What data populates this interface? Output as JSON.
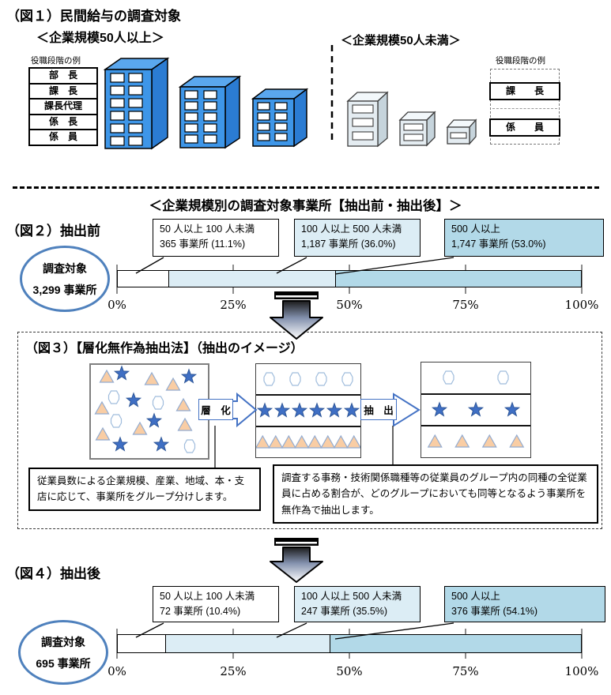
{
  "fig1": {
    "title": "（図１）民間給与の調査対象",
    "left": {
      "subtitle": "＜企業規模50人以上＞",
      "table_label": "役職段階の例",
      "table_rows": [
        "部　長",
        "課　長",
        "課長代理",
        "係　長",
        "係　員"
      ]
    },
    "right": {
      "subtitle": "＜企業規模50人未満＞",
      "table_label": "役職段階の例",
      "table_rows": [
        "課　　長",
        "係　　員"
      ]
    }
  },
  "section_title": "＜企業規模別の調査対象事業所【抽出前・抽出後】＞",
  "fig2": {
    "title": "（図２）抽出前",
    "oval_line1": "調査対象",
    "oval_line2": "3,299 事業所",
    "boxes": [
      {
        "line1": "50 人以上 100 人未満",
        "line2": "365 事業所 (11.1%)"
      },
      {
        "line1": "100 人以上 500 人未満",
        "line2": "1,187 事業所 (36.0%)"
      },
      {
        "line1": "500 人以上",
        "line2": "1,747 事業所 (53.0%)"
      }
    ]
  },
  "fig3": {
    "title": "（図３）【層化無作為抽出法】（抽出のイメージ）",
    "arrow1_label": "層　化",
    "arrow2_label": "抽　出",
    "note_left": "従業員数による企業規模、産業、地域、本・支店に応じて、事業所をグループ分けします。",
    "note_right": "調査する事務・技術関係職種等の従業員のグループ内の同種の全従業員に占める割合が、どのグループにおいても同等となるよう事業所を無作為で抽出します。",
    "scatter": [
      {
        "t": "triangle",
        "x": 20,
        "y": 15
      },
      {
        "t": "star",
        "x": 39,
        "y": 11
      },
      {
        "t": "triangle",
        "x": 77,
        "y": 18
      },
      {
        "t": "triangle",
        "x": 104,
        "y": 25
      },
      {
        "t": "star",
        "x": 124,
        "y": 15
      },
      {
        "t": "hexagon",
        "x": 29,
        "y": 41
      },
      {
        "t": "star",
        "x": 54,
        "y": 45
      },
      {
        "t": "hexagon",
        "x": 85,
        "y": 48
      },
      {
        "t": "triangle",
        "x": 117,
        "y": 51
      },
      {
        "t": "triangle",
        "x": 14,
        "y": 55
      },
      {
        "t": "hexagon",
        "x": 32,
        "y": 71
      },
      {
        "t": "triangle",
        "x": 62,
        "y": 81
      },
      {
        "t": "star",
        "x": 80,
        "y": 71
      },
      {
        "t": "triangle",
        "x": 119,
        "y": 76
      },
      {
        "t": "triangle",
        "x": 15,
        "y": 88
      },
      {
        "t": "star",
        "x": 37,
        "y": 101
      },
      {
        "t": "star",
        "x": 89,
        "y": 101
      },
      {
        "t": "hexagon",
        "x": 125,
        "y": 103
      }
    ],
    "stratified": {
      "hexagons": 4,
      "stars": 6,
      "triangles": 8
    },
    "sampled": {
      "hexagons": 2,
      "stars": 3,
      "triangles": 4
    }
  },
  "fig4": {
    "title": "（図４）抽出後",
    "oval_line1": "調査対象",
    "oval_line2": "695 事業所",
    "boxes": [
      {
        "line1": "50 人以上 100 人未満",
        "line2": "72 事業所 (10.4%)"
      },
      {
        "line1": "100 人以上 500 人未満",
        "line2": "247 事業所 (35.5%)"
      },
      {
        "line1": "500 人以上",
        "line2": "376 事業所 (54.1%)"
      }
    ]
  },
  "chart_data": [
    {
      "type": "bar",
      "subtype": "stacked-horizontal-100percent",
      "title": "（図２）抽出前",
      "total": 3299,
      "total_label": "調査対象 3,299 事業所",
      "categories": [
        "50人以上100人未満",
        "100人以上500人未満",
        "500人以上"
      ],
      "counts": [
        365,
        1187,
        1747
      ],
      "values_pct": [
        11.1,
        36.0,
        53.0
      ],
      "axis_ticks": [
        "0%",
        "25%",
        "50%",
        "75%",
        "100%"
      ],
      "xlim": [
        0,
        100
      ],
      "grid": false,
      "legend": "none"
    },
    {
      "type": "bar",
      "subtype": "stacked-horizontal-100percent",
      "title": "（図４）抽出後",
      "total": 695,
      "total_label": "調査対象 695 事業所",
      "categories": [
        "50人以上100人未満",
        "100人以上500人未満",
        "500人以上"
      ],
      "counts": [
        72,
        247,
        376
      ],
      "values_pct": [
        10.4,
        35.5,
        54.1
      ],
      "axis_ticks": [
        "0%",
        "25%",
        "50%",
        "75%",
        "100%"
      ],
      "xlim": [
        0,
        100
      ],
      "grid": false,
      "legend": "none"
    }
  ],
  "colors": {
    "segment_fills": [
      "#ffffff",
      "#dcedf5",
      "#b2d9e8"
    ],
    "oval_border": "#4f81bd",
    "building_blue": "#3e96e8",
    "building_gray": "#e4ecf1",
    "star": "#3f6fc4",
    "triangle": "#f9cda4",
    "arrow_outline": "#4472c4"
  },
  "icons": [
    "office-building-icon",
    "down-arrow-icon",
    "star-icon",
    "triangle-icon",
    "hexagon-icon"
  ]
}
